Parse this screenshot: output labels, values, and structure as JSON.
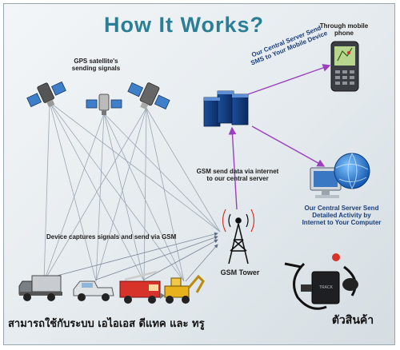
{
  "title": "How It Works?",
  "labels": {
    "gps_satellites": "GPS satellite's\nsending signals",
    "through_mobile": "Through mobile\nphone",
    "sms_to_mobile": "Our Central Server Send\nSMS to Your Mobile Device",
    "gsm_send_data": "GSM send data via internet\nto our central server",
    "detailed_activity": "Our Central Server Send\nDetailed Activity by\nInternet to Your Computer",
    "device_captures": "Device captures signals and send via GSM",
    "gsm_tower": "GSM Tower"
  },
  "thai": {
    "bottom_caption": "สามารถใช้กับระบบ เอไอเอส ดีแทค และ ทรู",
    "product": "ตัวสินค้า"
  },
  "device_label": "TRACK",
  "colors": {
    "title": "#2a7f96",
    "signal_lines": "#8f9aa8",
    "arrow_purple": "#9b3fc0",
    "accent_red": "#d8332a"
  }
}
